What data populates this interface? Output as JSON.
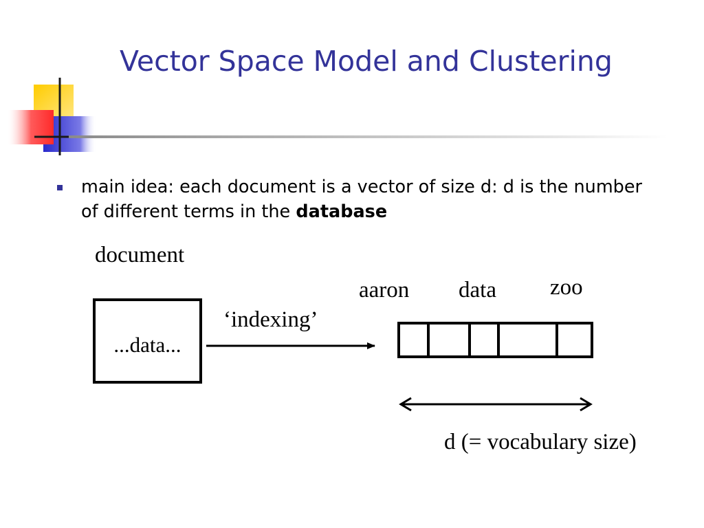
{
  "slide": {
    "title": "Vector Space Model and Clustering",
    "bullet": {
      "text_before": "main idea: each document is a vector of size d: d is the number of different terms in the ",
      "emphasis": "database"
    },
    "diagram": {
      "document_label": "document",
      "document_content": "...data...",
      "arrow_label": "‘indexing’",
      "vector_terms": [
        "aaron",
        "data",
        "zoo"
      ],
      "dimension_label": "d (= vocabulary size)"
    }
  },
  "colors": {
    "title": "#333399",
    "bullet": "#333399",
    "logo_yellow": "#ffcc00",
    "logo_blue": "#3333cc",
    "logo_red": "#ff3333"
  }
}
